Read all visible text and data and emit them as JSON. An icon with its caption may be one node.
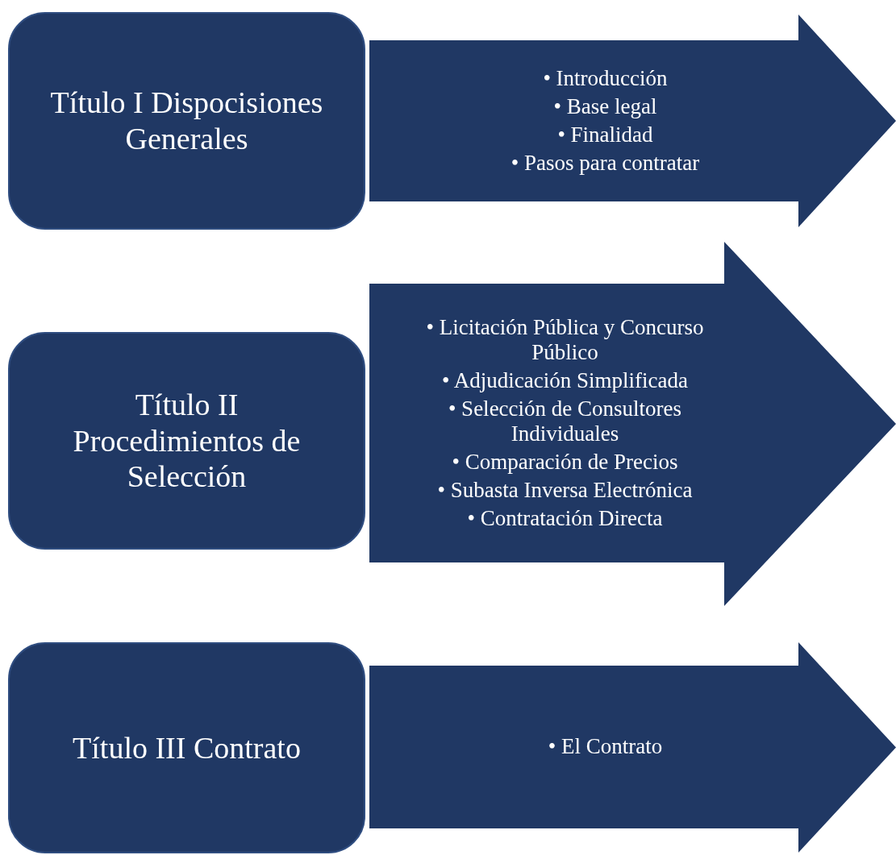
{
  "diagram": {
    "nodes": [
      {
        "text": [
          "Título I Dispocisiones Generales"
        ]
      },
      {
        "text": [
          "• Introducción",
          "• Base legal",
          "• Finalidad",
          "• Pasos para contratar"
        ]
      },
      {
        "text": [
          "Título II Procedimientos de Selección"
        ]
      },
      {
        "text": [
          "• Licitación Pública y Concurso Público",
          "• Adjudicación Simplificada",
          "• Selección de Consultores Individuales",
          "• Comparación de Precios",
          "• Subasta Inversa Electrónica",
          "• Contratación Directa"
        ]
      },
      {
        "text": [
          "Título III Contrato"
        ]
      },
      {
        "text": [
          "• El Contrato"
        ]
      }
    ]
  }
}
